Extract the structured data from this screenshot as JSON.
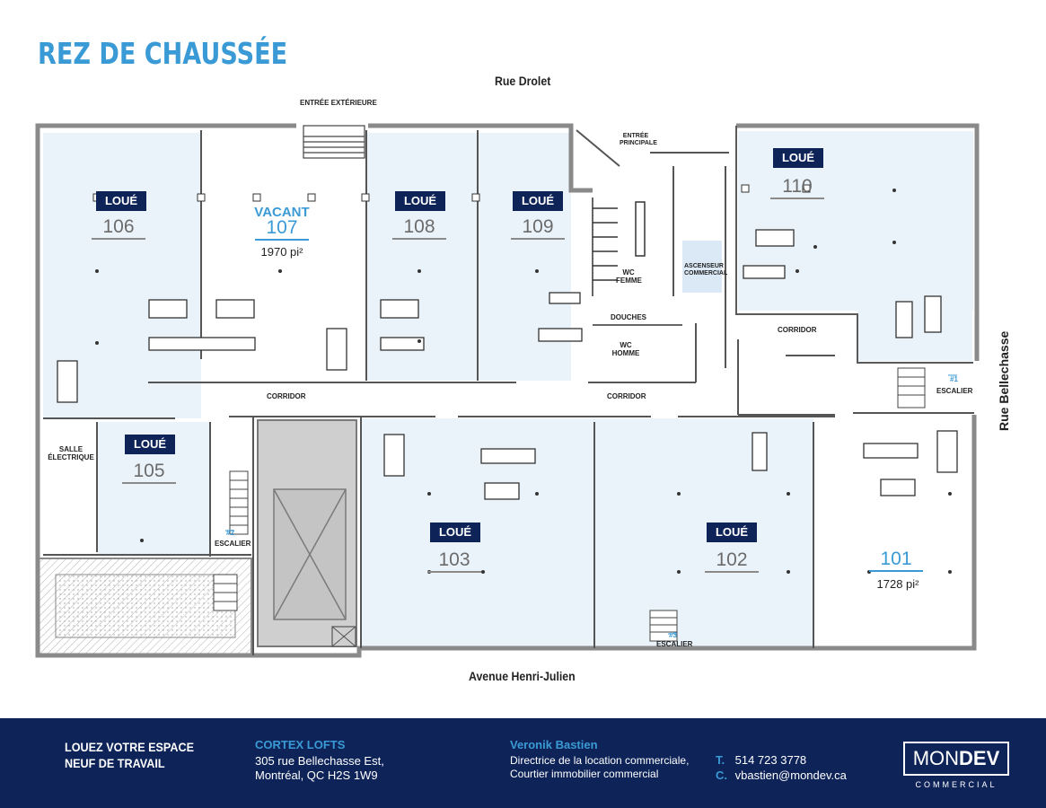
{
  "header": {
    "title": "REZ DE CHAUSSÉE"
  },
  "streets": {
    "north": "Rue Drolet",
    "south": "Avenue Henri-Julien",
    "east": "Rue Bellechasse"
  },
  "status_labels": {
    "rented": "LOUÉ",
    "vacant": "VACANT"
  },
  "units": [
    {
      "number": "106",
      "status": "LOUÉ"
    },
    {
      "number": "107",
      "status": "VACANT",
      "area": "1970 pi²"
    },
    {
      "number": "108",
      "status": "LOUÉ"
    },
    {
      "number": "109",
      "status": "LOUÉ"
    },
    {
      "number": "110",
      "status": "LOUÉ"
    },
    {
      "number": "105",
      "status": "LOUÉ"
    },
    {
      "number": "103",
      "status": "LOUÉ"
    },
    {
      "number": "102",
      "status": "LOUÉ"
    },
    {
      "number": "101",
      "status": "",
      "area": "1728 pi²"
    }
  ],
  "labels": {
    "entree_exterieure": "ENTRÉE EXTÉRIEURE",
    "entree_principale": "ENTRÉE PRINCIPALE",
    "corridor": "CORRIDOR",
    "wc_femme": "WC FEMME",
    "wc_homme": "WC HOMME",
    "douches": "DOUCHES",
    "ascenseur": "ASCENSEUR COMMERCIAL",
    "salle_electrique": "SALLE ÉLECTRIQUE",
    "escalier": "ESCALIER",
    "stair_1": "#1",
    "stair_2": "#2",
    "stair_3": "#3"
  },
  "footer": {
    "tagline": "LOUEZ VOTRE ESPACE NEUF DE TRAVAIL",
    "brand": "CORTEX LOFTS",
    "address_line1": "305 rue Bellechasse Est,",
    "address_line2": "Montréal, QC H2S 1W9",
    "contact_name": "Veronik Bastien",
    "role_line1": "Directrice de la location commerciale,",
    "role_line2": "Courtier immobilier commercial",
    "phone_key": "T.",
    "phone": "514 723 3778",
    "email_key": "C.",
    "email": "vbastien@mondev.ca",
    "logo_light": "MON",
    "logo_bold": "DEV",
    "logo_sub": "COMMERCIAL"
  },
  "colors": {
    "accent": "#3a9ad6",
    "navy": "#0e2459",
    "rented_fill": "#eaf3fa",
    "wall": "#8a8a8a",
    "core_fill": "#cfcfcf"
  }
}
